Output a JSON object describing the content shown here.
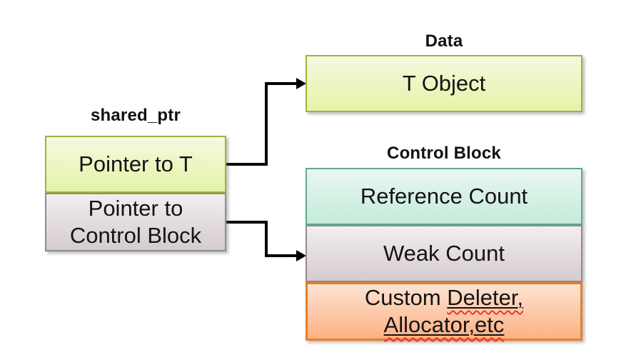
{
  "diagram": {
    "shared_ptr": {
      "title": "shared_ptr",
      "boxes": [
        {
          "label": "Pointer to T"
        },
        {
          "label": "Pointer to Control Block"
        }
      ]
    },
    "data_group": {
      "title": "Data",
      "boxes": [
        {
          "label": "T Object"
        }
      ]
    },
    "control_block_group": {
      "title": "Control Block",
      "boxes": [
        {
          "label": "Reference Count"
        },
        {
          "label": "Weak Count"
        },
        {
          "line1_plain": "Custom ",
          "line1_misspelled": "Deleter,",
          "line2_misspelled": "Allocator,etc"
        }
      ]
    },
    "arrows": [
      {
        "name": "arrow-pointer-to-t",
        "from": "Pointer to T",
        "to": "T Object"
      },
      {
        "name": "arrow-pointer-to-control-block",
        "from": "Pointer to Control Block",
        "to": "Weak Count"
      }
    ]
  },
  "colors": {
    "green_top": "#f4f9e0",
    "green_bottom": "#e4f4a6",
    "green_border": "#a3b13c",
    "teal_top": "#eaf7f1",
    "teal_bottom": "#c3ebda",
    "teal_border": "#5fa890",
    "gray_top": "#f2eeef",
    "gray_bottom": "#d5cbd0",
    "gray_border": "#928a8f",
    "orange_top": "#fce4d4",
    "orange_bottom": "#fdb183",
    "orange_border": "#e87e2e",
    "arrow": "#000000",
    "squiggle": "#e8392d"
  }
}
